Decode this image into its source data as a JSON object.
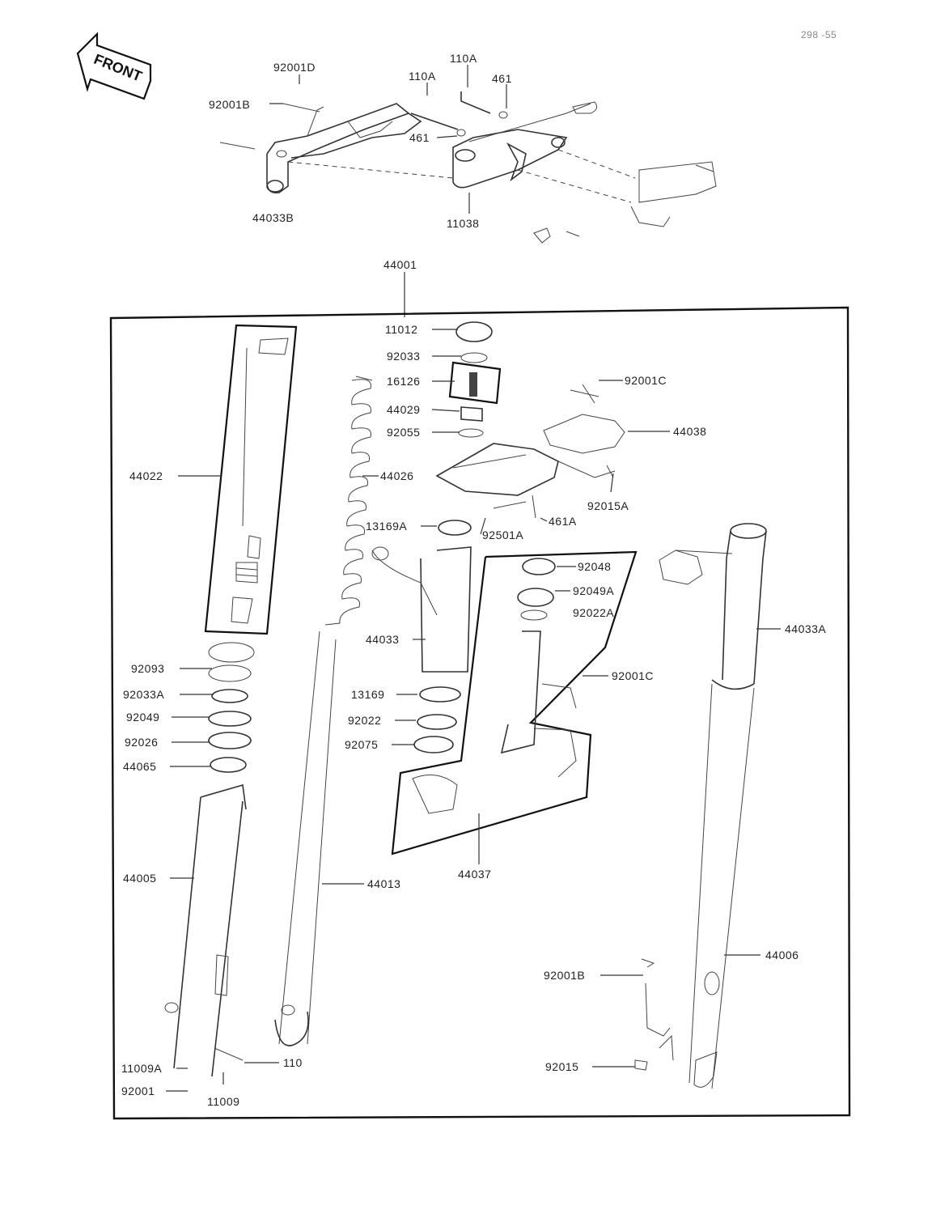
{
  "header": {
    "page_code": "298 -55"
  },
  "front_arrow": {
    "label": "FRONT"
  },
  "callouts": [
    {
      "id": "c01",
      "text": "92001D"
    },
    {
      "id": "c02",
      "text": "110A"
    },
    {
      "id": "c03",
      "text": "110A"
    },
    {
      "id": "c04",
      "text": "461"
    },
    {
      "id": "c05",
      "text": "92001B"
    },
    {
      "id": "c06",
      "text": "461"
    },
    {
      "id": "c07",
      "text": "44033B"
    },
    {
      "id": "c08",
      "text": "11038"
    },
    {
      "id": "c09",
      "text": "44001"
    },
    {
      "id": "c10",
      "text": "11012"
    },
    {
      "id": "c11",
      "text": "92033"
    },
    {
      "id": "c12",
      "text": "16126"
    },
    {
      "id": "c13",
      "text": "44029"
    },
    {
      "id": "c14",
      "text": "92055"
    },
    {
      "id": "c15",
      "text": "92001C"
    },
    {
      "id": "c16",
      "text": "44038"
    },
    {
      "id": "c17",
      "text": "44022"
    },
    {
      "id": "c18",
      "text": "44026"
    },
    {
      "id": "c19",
      "text": "92015A"
    },
    {
      "id": "c20",
      "text": "461A"
    },
    {
      "id": "c21",
      "text": "13169A"
    },
    {
      "id": "c22",
      "text": "92501A"
    },
    {
      "id": "c23",
      "text": "92048"
    },
    {
      "id": "c24",
      "text": "92049A"
    },
    {
      "id": "c25",
      "text": "92022A"
    },
    {
      "id": "c26",
      "text": "44033"
    },
    {
      "id": "c27",
      "text": "44033A"
    },
    {
      "id": "c28",
      "text": "92093"
    },
    {
      "id": "c29",
      "text": "92001C"
    },
    {
      "id": "c30",
      "text": "92033A"
    },
    {
      "id": "c31",
      "text": "13169"
    },
    {
      "id": "c32",
      "text": "92049"
    },
    {
      "id": "c33",
      "text": "92022"
    },
    {
      "id": "c34",
      "text": "92026"
    },
    {
      "id": "c35",
      "text": "92075"
    },
    {
      "id": "c36",
      "text": "44065"
    },
    {
      "id": "c37",
      "text": "44037"
    },
    {
      "id": "c38",
      "text": "44005"
    },
    {
      "id": "c39",
      "text": "44013"
    },
    {
      "id": "c40",
      "text": "44006"
    },
    {
      "id": "c41",
      "text": "92001B"
    },
    {
      "id": "c42",
      "text": "92015"
    },
    {
      "id": "c43",
      "text": "110"
    },
    {
      "id": "c44",
      "text": "11009A"
    },
    {
      "id": "c45",
      "text": "92001"
    },
    {
      "id": "c46",
      "text": "11009"
    }
  ]
}
